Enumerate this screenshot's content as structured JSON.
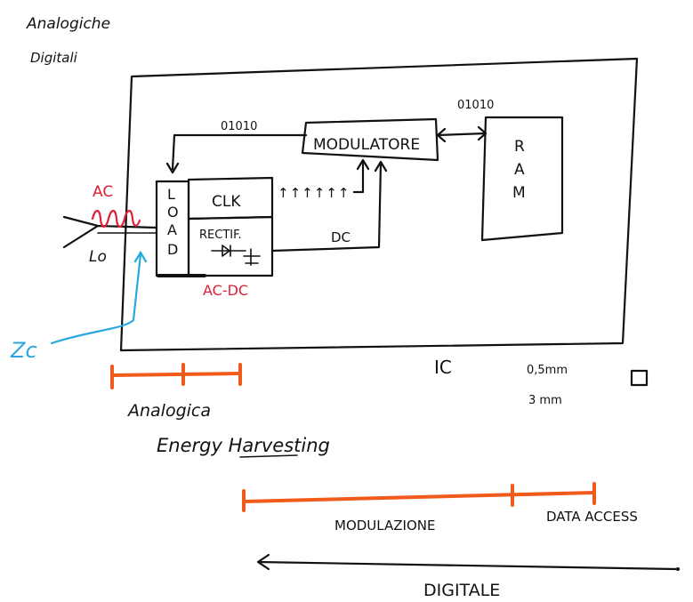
{
  "colors": {
    "ink": "#111111",
    "red": "#e0203a",
    "orange": "#f05a1a",
    "blue": "#2aa8e0"
  },
  "notes": {
    "analog": "Analogiche",
    "digital": "Digitali"
  },
  "ic_block": {
    "load_letters": [
      "L",
      "O",
      "A",
      "D"
    ],
    "clk": "CLK",
    "clk_arrows": "↑↑↑↑↑↑",
    "rectif": "RECTIF.",
    "modulator": "MODULATORE",
    "ram_letters": [
      "R",
      "A",
      "M"
    ],
    "bits_left": "01010",
    "bits_right": "01010",
    "dc": "DC"
  },
  "annotations": {
    "ac": "AC",
    "ac_dc": "AC-DC",
    "lo": "Lo",
    "zc": "Zc",
    "ic": "IC",
    "size_1": "0,5mm",
    "size_2": "3 mm"
  },
  "timeline": {
    "analog_label": "Analogica",
    "energy_harvesting": "Energy Harvesting",
    "modulation_label": "MODULAZIONE",
    "data_access_label": "DATA ACCESS",
    "digital_label": "DIGITALE"
  }
}
